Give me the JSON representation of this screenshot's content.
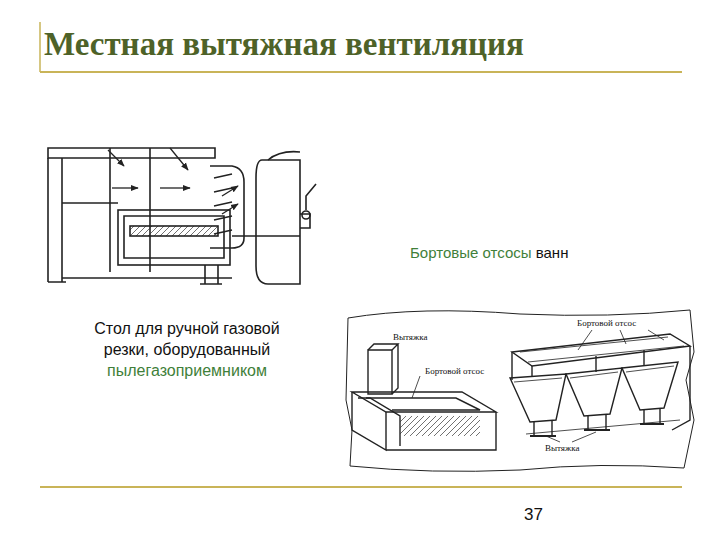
{
  "diagram": {
    "title": "Местная вытяжная вентиляция",
    "labels": [
      "Стол для ручной газовой резки, оборудованный",
      "пылегазоприемником",
      "Бортовые отсосы",
      "ванн",
      "Бортовой отсос",
      "Вытяжка",
      "Бортовой отсос",
      "Вытяжка",
      "37"
    ]
  }
}
